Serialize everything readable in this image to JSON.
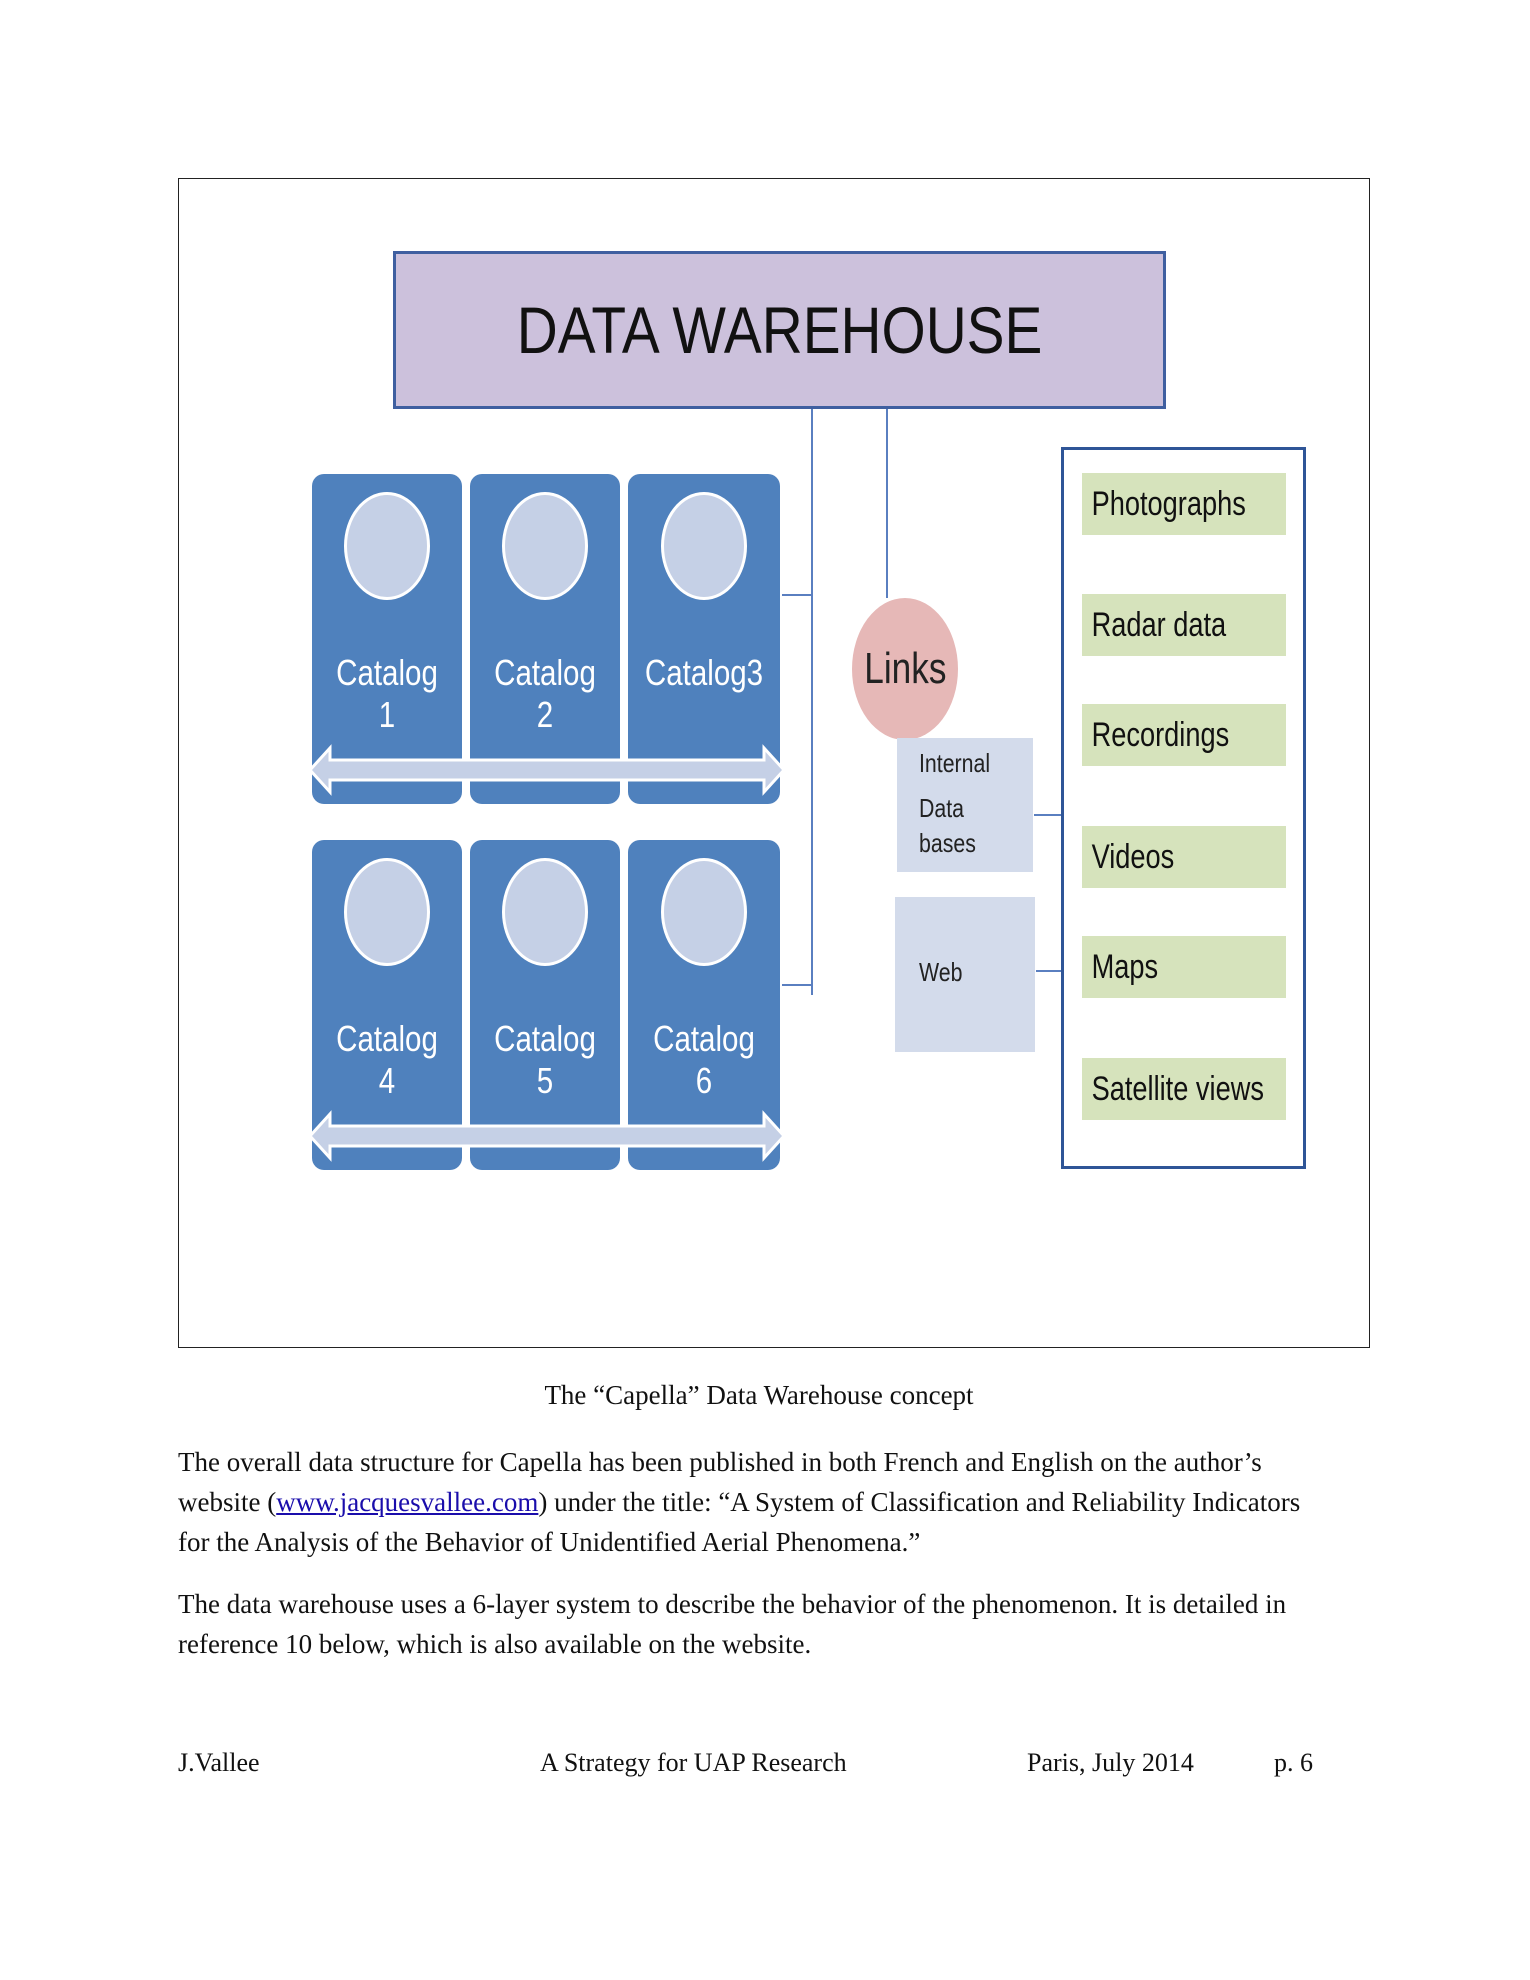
{
  "diagram": {
    "title": "DATA WAREHOUSE",
    "catalogs": [
      "Catalog 1",
      "Catalog 2",
      "Catalog3",
      "Catalog 4",
      "Catalog 5",
      "Catalog 6"
    ],
    "links_label": "Links",
    "internal_db": [
      "Internal",
      "Data",
      "bases"
    ],
    "web_label": "Web",
    "media": [
      "Photographs",
      "Radar data",
      "Recordings",
      "Videos",
      "Maps",
      "Satellite views"
    ]
  },
  "caption": "The “Capella” Data Warehouse concept",
  "paragraph1": {
    "before": "The overall data structure for Capella has been published in both French and English on the author’s website (",
    "link": "www.jacquesvallee.com",
    "after": ") under the title: “A System of Classification and Reliability Indicators for the Analysis of the Behavior of Unidentified Aerial Phenomena.”"
  },
  "paragraph2": "The data warehouse uses a 6-layer system to describe the behavior of the phenomenon. It is detailed in reference 10 below, which is also available on the website.",
  "footer": {
    "author": "J.Vallee",
    "title": "A Strategy for UAP Research",
    "place_date": "Paris, July 2014",
    "page": "p. 6"
  }
}
